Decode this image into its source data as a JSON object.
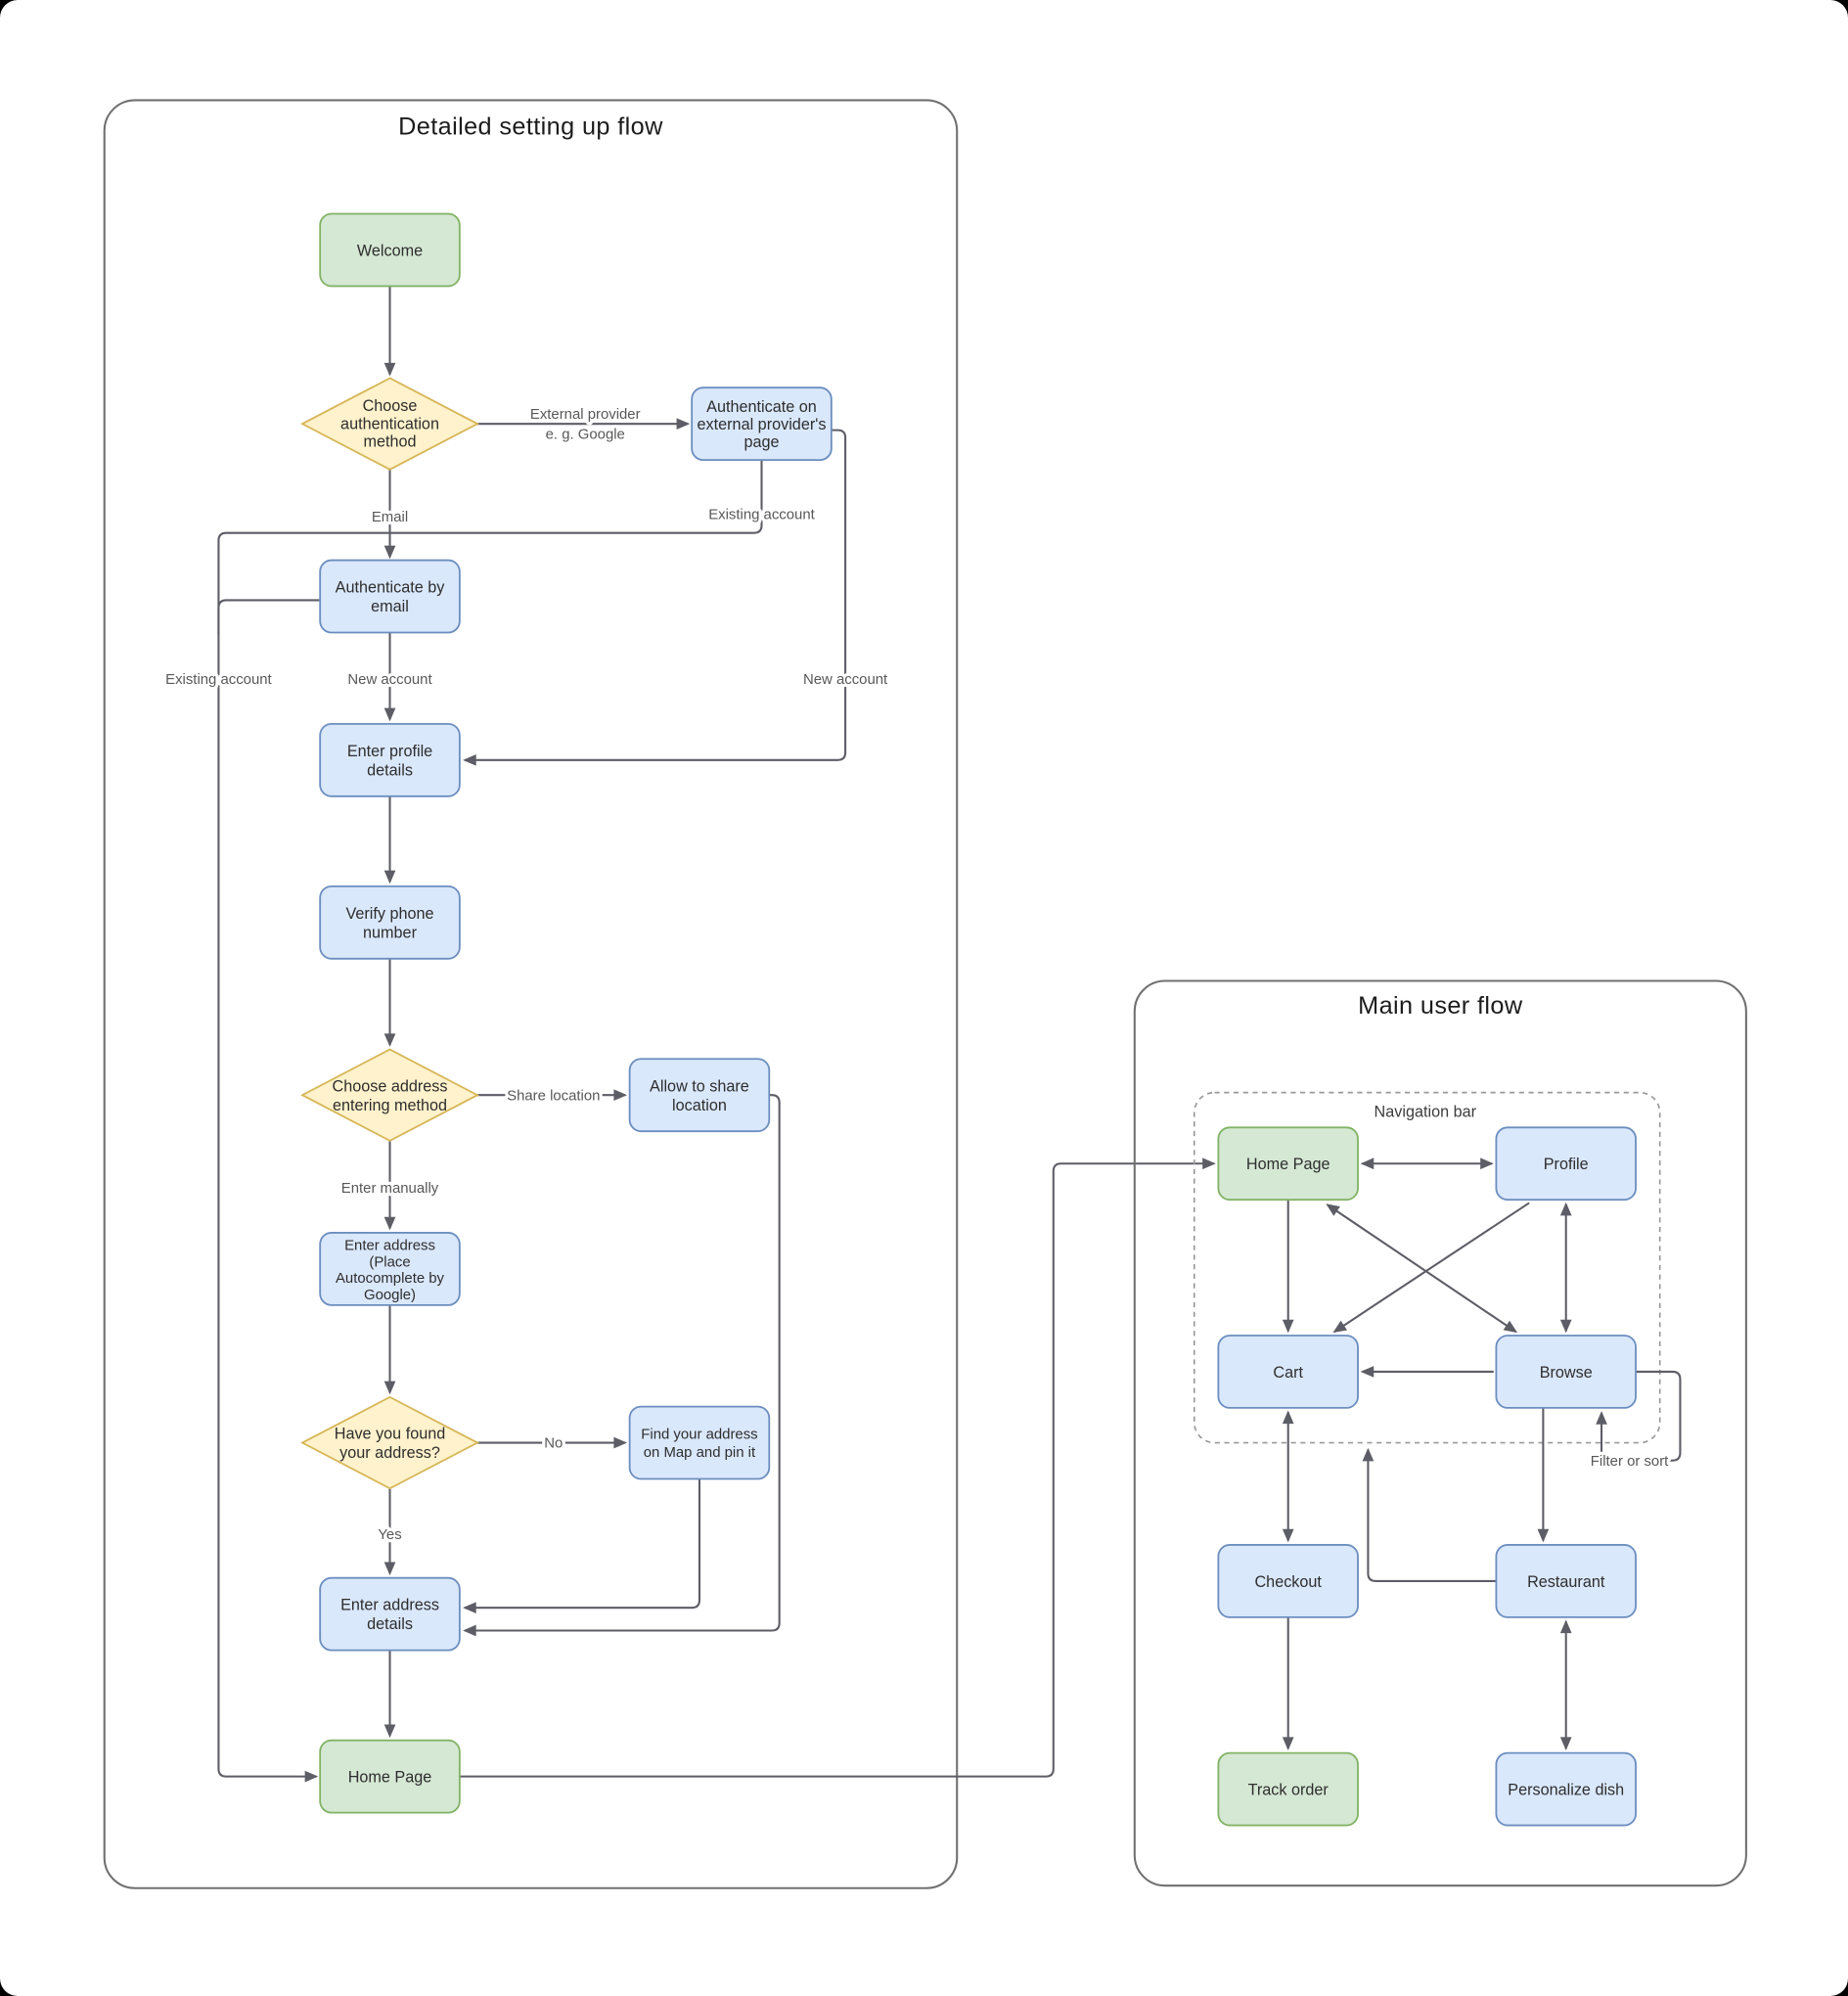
{
  "page": {
    "background": "#000000",
    "canvas_color": "#ffffff"
  },
  "palette": {
    "start_end_fill": "#d5e8d4",
    "start_end_stroke": "#82b366",
    "process_fill": "#dae8fc",
    "process_stroke": "#6c8ebf",
    "decision_fill": "#fff2cc",
    "decision_stroke": "#d6b656",
    "edge_line": "#5d5d66",
    "edge_label_text": "#585858",
    "node_text": "#2e2e2e"
  },
  "left_flow": {
    "title": "Detailed setting up flow",
    "nodes": {
      "welcome": {
        "type": "start",
        "label": "Welcome"
      },
      "choose_auth": {
        "type": "decision",
        "lines": [
          "Choose",
          "authentication",
          "method"
        ]
      },
      "ext_auth": {
        "type": "process",
        "lines": [
          "Authenticate on",
          "external provider's",
          "page"
        ]
      },
      "auth_email": {
        "type": "process",
        "lines": [
          "Authenticate by",
          "email"
        ]
      },
      "enter_profile": {
        "type": "process",
        "lines": [
          "Enter profile",
          "details"
        ]
      },
      "verify_phone": {
        "type": "process",
        "lines": [
          "Verify phone",
          "number"
        ]
      },
      "choose_address": {
        "type": "decision",
        "lines": [
          "Choose address",
          "entering method"
        ]
      },
      "allow_share": {
        "type": "process",
        "lines": [
          "Allow to share",
          "location"
        ]
      },
      "enter_address_google": {
        "type": "process",
        "lines": [
          "Enter address",
          "(Place",
          "Autocomplete by",
          "Google)"
        ]
      },
      "found_address": {
        "type": "decision",
        "lines": [
          "Have you found",
          "your address?"
        ]
      },
      "find_on_map": {
        "type": "process",
        "lines": [
          "Find your address",
          "on Map and pin it"
        ]
      },
      "enter_address_details": {
        "type": "process",
        "lines": [
          "Enter address",
          "details"
        ]
      },
      "home_page": {
        "type": "start",
        "label": "Home Page"
      }
    },
    "edge_labels": {
      "external_provider": [
        "External provider",
        "e. g. Google"
      ],
      "email": "Email",
      "existing_account_left": "Existing account",
      "existing_account_right": "Existing account",
      "new_account_center": "New account",
      "new_account_right": "New account",
      "share_location": "Share location",
      "enter_manually": "Enter manually",
      "no": "No",
      "yes": "Yes"
    }
  },
  "main_flow": {
    "title": "Main user flow",
    "navigation_bar_label": "Navigation bar",
    "nodes": {
      "home_page": {
        "type": "start",
        "label": "Home Page"
      },
      "profile": {
        "type": "process",
        "label": "Profile"
      },
      "cart": {
        "type": "process",
        "label": "Cart"
      },
      "browse": {
        "type": "process",
        "label": "Browse"
      },
      "checkout": {
        "type": "process",
        "label": "Checkout"
      },
      "restaurant": {
        "type": "process",
        "label": "Restaurant"
      },
      "track_order": {
        "type": "start",
        "label": "Track order"
      },
      "personalize_dish": {
        "type": "process",
        "label": "Personalize dish"
      }
    },
    "edge_labels": {
      "filter_or_sort": "Filter or sort"
    }
  }
}
